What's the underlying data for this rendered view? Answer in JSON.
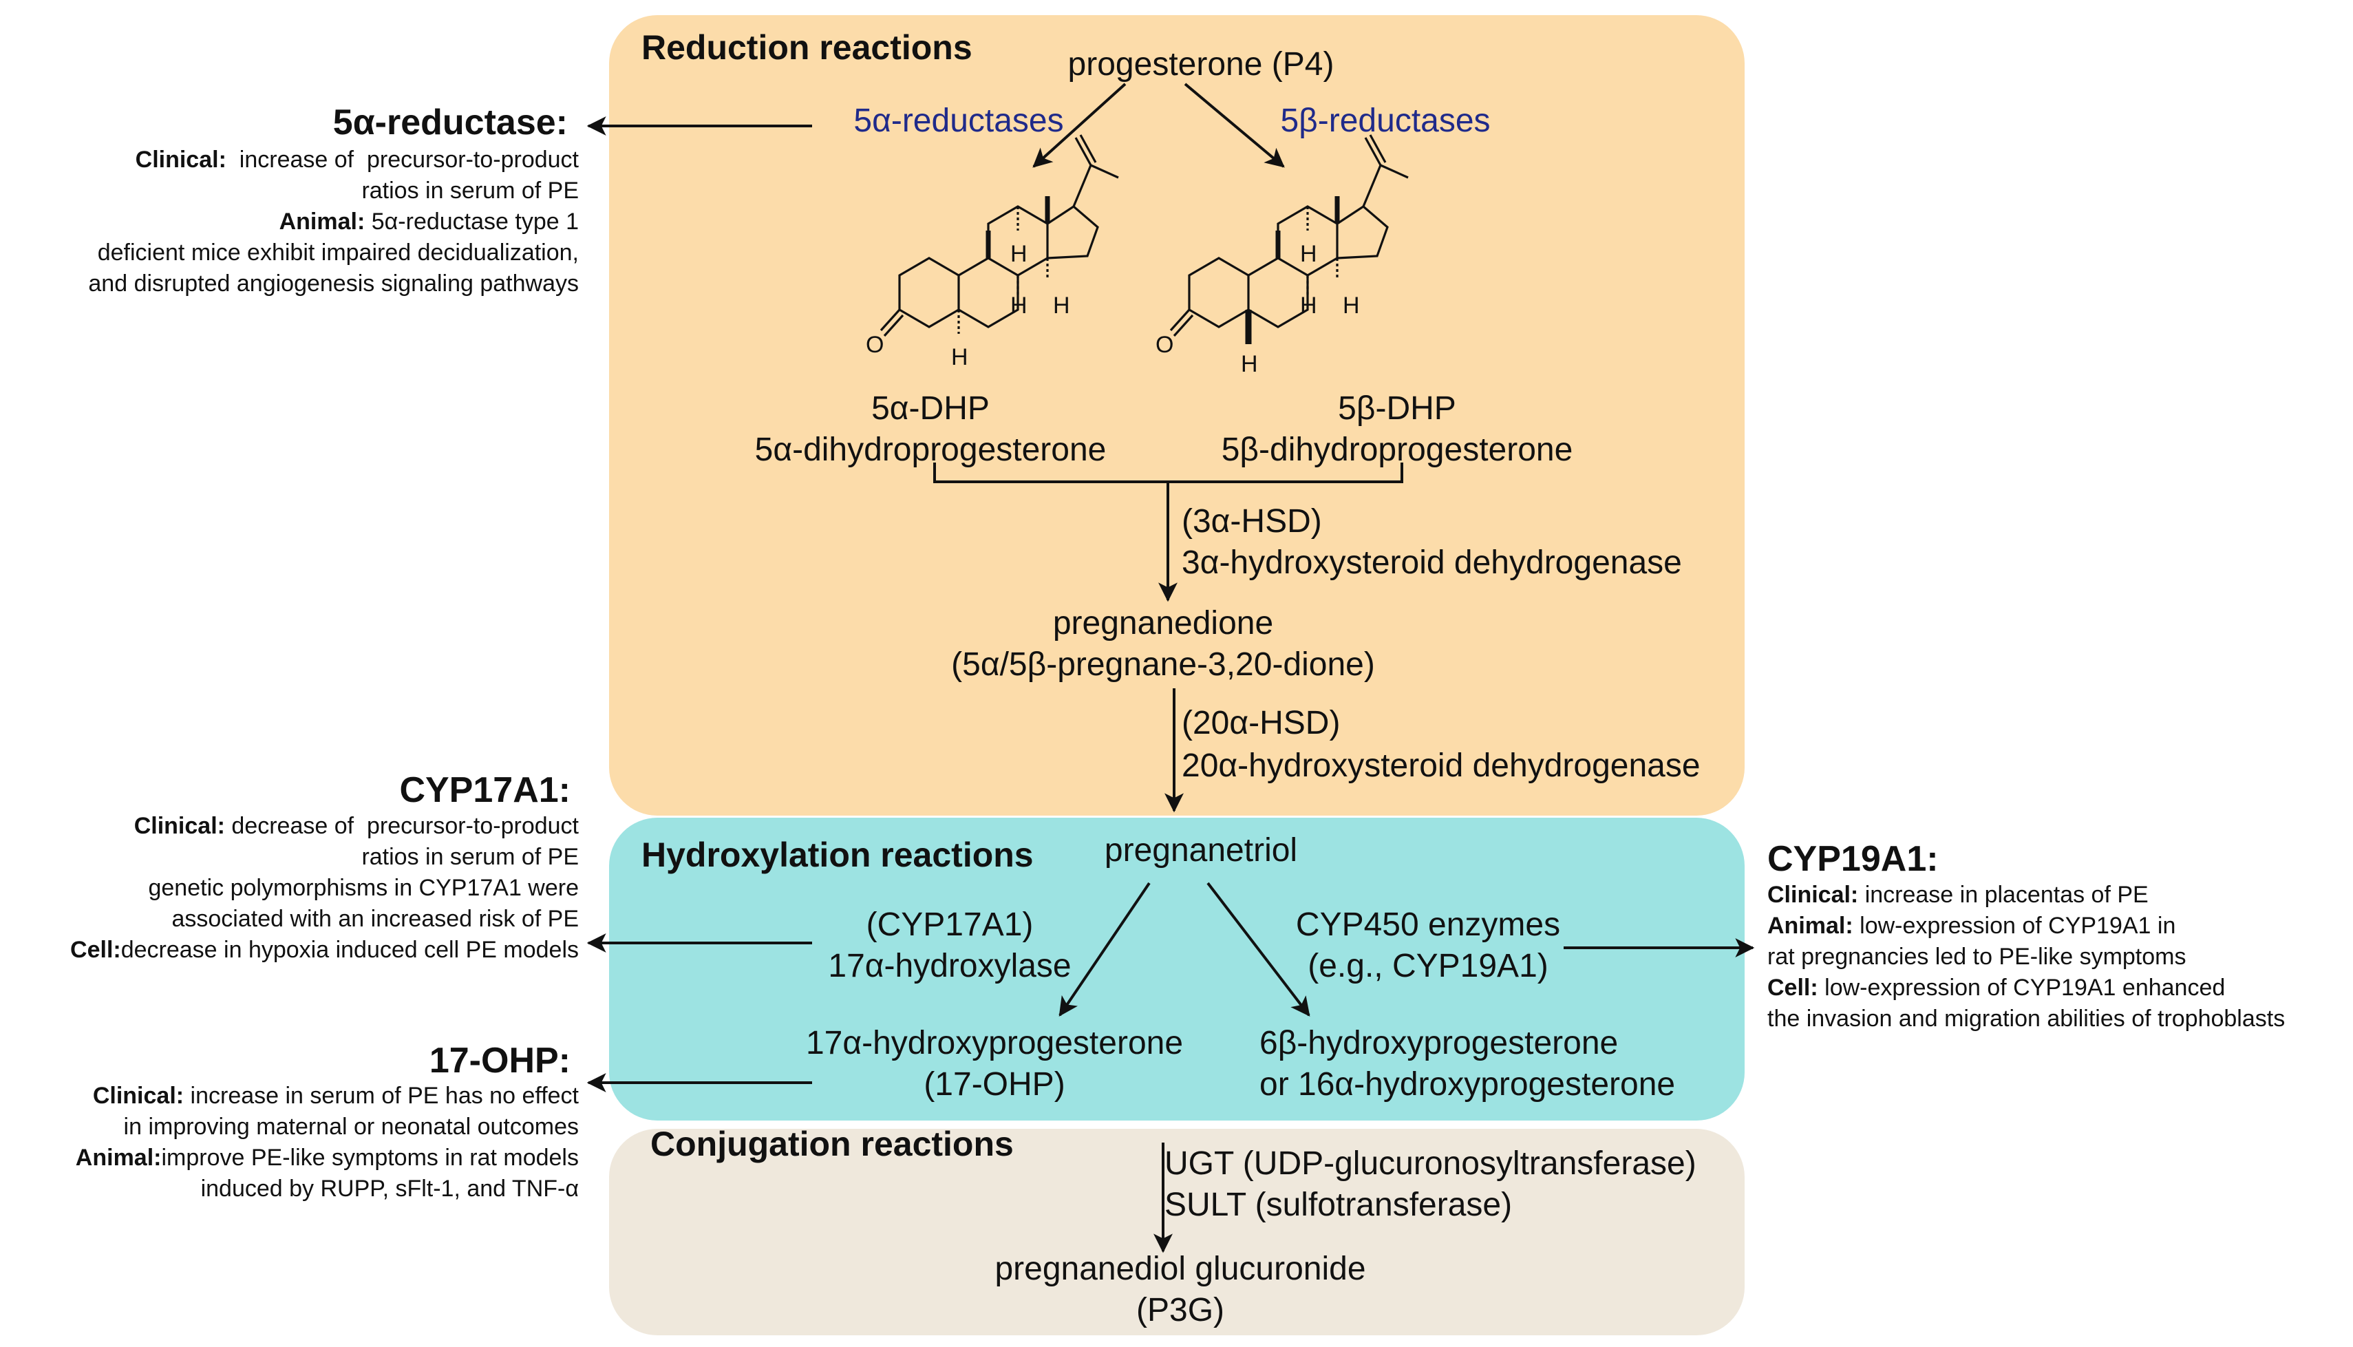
{
  "colors": {
    "reduction_bg": "#fcdcaa",
    "hydroxylation_bg": "#9de3e2",
    "conjugation_bg": "#efe8dc",
    "enzyme_text": "#1f2a8a",
    "arrow": "#111111"
  },
  "reduction": {
    "heading": "Reduction reactions",
    "substrate": "progesterone (P4)",
    "enzyme_left": "5α-reductases",
    "enzyme_right": "5β-reductases",
    "product_left_abbr": "5α-DHP",
    "product_left_name": "5α-dihydroprogesterone",
    "product_right_abbr": "5β-DHP",
    "product_right_name": "5β-dihydroprogesterone",
    "step_3a_abbr": "(3α-HSD)",
    "step_3a_name": "3α-hydroxysteroid dehydrogenase",
    "intermediate_name": "pregnanedione",
    "intermediate_formula": "(5α/5β-pregnane-3,20-dione)",
    "step_20a_abbr": "(20α-HSD)",
    "step_20a_name": "20α-hydroxysteroid dehydrogenase",
    "structure_atoms": {
      "oxygen": "O",
      "hydrogen": "H"
    }
  },
  "hydroxylation": {
    "heading": "Hydroxylation reactions",
    "substrate": "pregnanetriol",
    "left_enzyme_abbr": "(CYP17A1)",
    "left_enzyme_name": "17α-hydroxylase",
    "right_enzyme_name": "CYP450 enzymes",
    "right_enzyme_example": "(e.g., CYP19A1)",
    "left_product_name": "17α-hydroxyprogesterone",
    "left_product_abbr": "(17-OHP)",
    "right_product_line1": "6β-hydroxyprogesterone",
    "right_product_line2": "or 16α-hydroxyprogesterone"
  },
  "conjugation": {
    "heading": "Conjugation reactions",
    "enzyme_ugt": "UGT (UDP-glucuronosyltransferase)",
    "enzyme_sult": "SULT (sulfotransferase)",
    "product_name": "pregnanediol glucuronide",
    "product_abbr": "(P3G)"
  },
  "side_notes": {
    "reductase": {
      "title": "5α-reductase:",
      "clinical_label": "Clinical:",
      "clinical_text": "  increase of  precursor-to-product",
      "clinical_text_2": "ratios in serum of PE",
      "animal_label": "Animal:",
      "animal_text": " 5α-reductase type 1",
      "animal_text_2": "deficient mice exhibit impaired decidualization,",
      "animal_text_3": "and disrupted angiogenesis signaling pathways"
    },
    "cyp17a1": {
      "title": "CYP17A1:",
      "clinical_label": "Clinical:",
      "clinical_text": " decrease of  precursor-to-product",
      "clinical_text_2": "ratios in serum of PE",
      "clinical_text_3": "genetic polymorphisms in CYP17A1 were",
      "clinical_text_4": "associated with an increased risk of  PE",
      "cell_label": "Cell:",
      "cell_text": "decrease in hypoxia induced cell PE models"
    },
    "ohp17": {
      "title": "17-OHP:",
      "clinical_label": "Clinical:",
      "clinical_text": " increase in serum of PE has no effect",
      "clinical_text_2": "in improving maternal or neonatal outcomes",
      "animal_label": "Animal:",
      "animal_text": "improve PE-like symptoms in rat models",
      "animal_text_2": "induced by RUPP, sFlt-1, and TNF-α"
    },
    "cyp19a1": {
      "title": "CYP19A1:",
      "clinical_label": "Clinical:",
      "clinical_text": " increase in placentas of PE",
      "animal_label": "Animal:",
      "animal_text": " low-expression of CYP19A1 in",
      "animal_text_2": "rat pregnancies led to PE-like symptoms",
      "cell_label": "Cell:",
      "cell_text": " low-expression of CYP19A1 enhanced",
      "cell_text_2": "the invasion and migration abilities of trophoblasts"
    }
  }
}
